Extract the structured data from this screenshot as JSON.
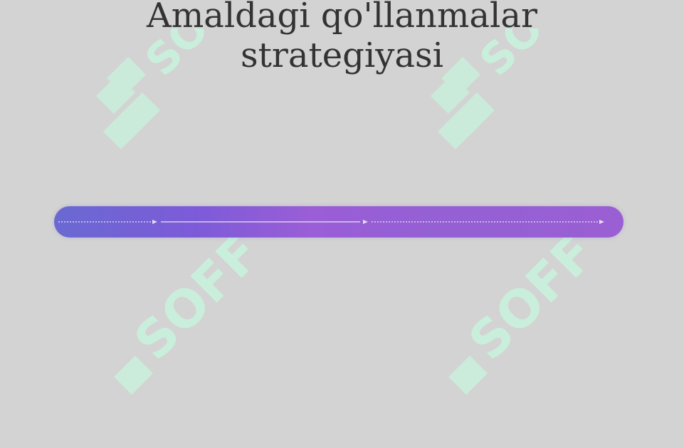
{
  "title": {
    "line1": "Amaldagi qo'llanmalar",
    "line2": "strategiyasi"
  },
  "watermark": {
    "text": "SOFF",
    "color": "#c9efdc"
  },
  "track": {
    "color_start": "#6a69d2",
    "color_end": "#9a5fd3",
    "arrow_color": "#e6dcf5"
  }
}
